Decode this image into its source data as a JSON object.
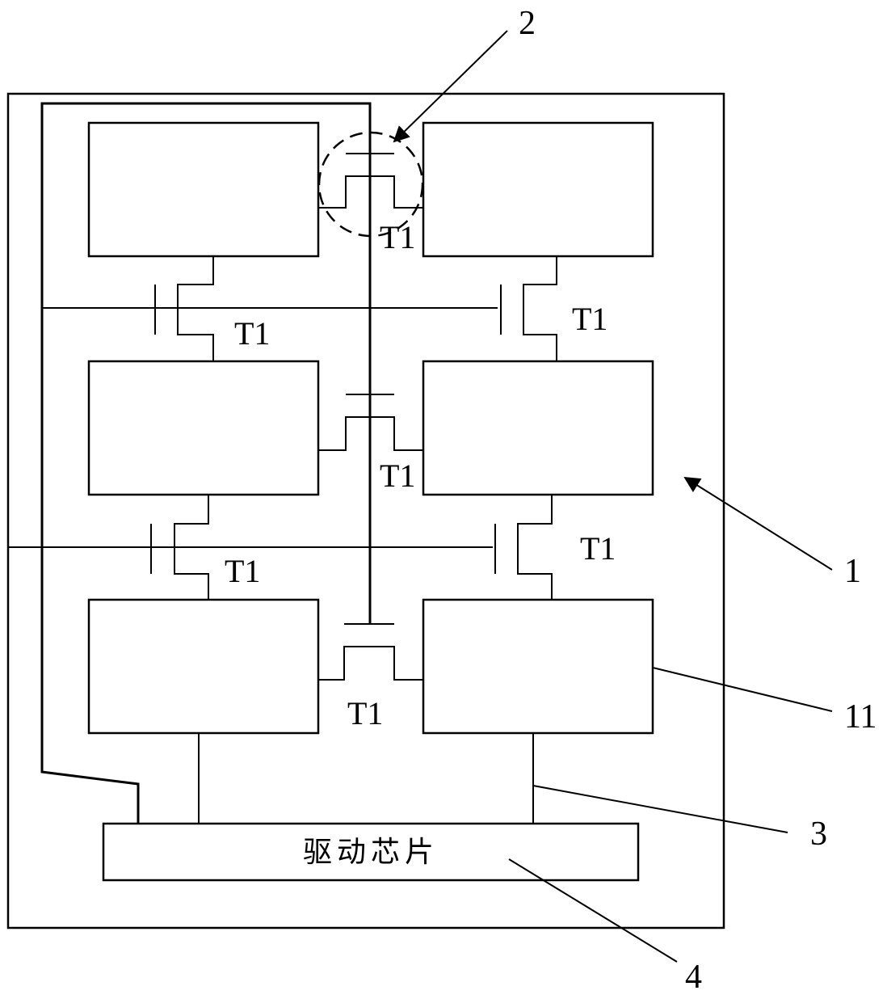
{
  "transistor_label": "T1",
  "chip_label": "驱动芯片",
  "callouts": {
    "array": "1",
    "switch_region": "2",
    "data_line": "3",
    "driver_chip": "4",
    "pixel": "11"
  },
  "colors": {
    "line": "#000000",
    "background": "#ffffff"
  }
}
